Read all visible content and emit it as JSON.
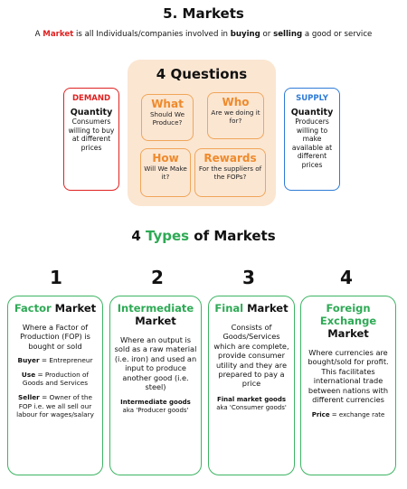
{
  "title": "5. Markets",
  "definition": {
    "prefix": "A ",
    "term": "Market",
    "part1": " is all Individuals/companies involved in ",
    "buying": "buying",
    "or": " or ",
    "selling": "selling",
    "suffix": " a good or service"
  },
  "questions": {
    "heading": "4 Questions",
    "items": [
      {
        "head": "What",
        "sub": "Should We Produce?"
      },
      {
        "head": "Who",
        "sub": "Are we doing it for?"
      },
      {
        "head": "How",
        "sub": "Will We Make it?"
      },
      {
        "head": "Rewards",
        "sub": "For the suppliers of the FOPs?"
      }
    ]
  },
  "demand": {
    "label": "DEMAND",
    "quantity": "Quantity",
    "desc": "Consumers willing to buy at different prices"
  },
  "supply": {
    "label": "SUPPLY",
    "quantity": "Quantity",
    "desc": "Producers willing to make available at different prices"
  },
  "types_heading": {
    "prefix": "4 ",
    "highlight": "Types",
    "suffix": " of Markets"
  },
  "markets": [
    {
      "number": "1",
      "title_green": "Factor",
      "title_black": " Market",
      "desc": "Where a Factor of Production (FOP) is bought or sold",
      "lines": [
        {
          "bold": "Buyer",
          "text": " = Entrepreneur"
        },
        {
          "bold": "Use",
          "text": " = Production of Goods and Services"
        },
        {
          "bold": "Seller",
          "text": " = Owner of the FOP i.e. we all sell our labour for wages/salary"
        }
      ]
    },
    {
      "number": "2",
      "title_green": "Intermediate",
      "title_black": "Market",
      "desc": "Where an output is sold as a raw material (i.e. iron) and used an input to produce another good (i.e. steel)",
      "foot_bold": "Intermediate goods",
      "foot_text": "aka 'Producer goods'"
    },
    {
      "number": "3",
      "title_green": "Final",
      "title_black": " Market",
      "desc": "Consists of Goods/Services which are complete, provide consumer utility and they are prepared to pay a price",
      "foot_bold": "Final market goods",
      "foot_text": "aka 'Consumer goods'"
    },
    {
      "number": "4",
      "title_green": "Foreign Exchange",
      "title_black": "Market",
      "desc": "Where currencies are bought/sold for profit. This facilitates international trade between nations with different currencies",
      "foot_bold": "Price",
      "foot_text": " = exchange rate"
    }
  ]
}
